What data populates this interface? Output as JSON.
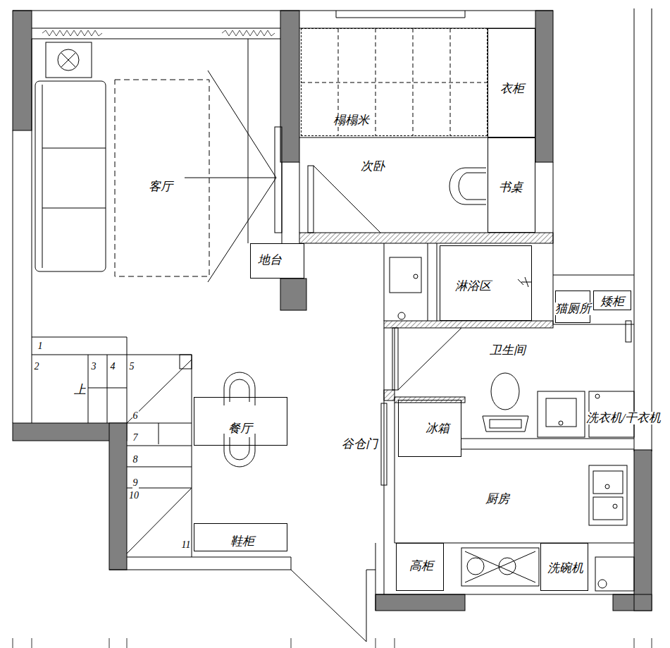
{
  "diagram": {
    "nodes": [
      {
        "text": [
          "榻榻米"
        ]
      },
      {
        "text": [
          "衣柜"
        ]
      },
      {
        "text": [
          "书桌"
        ]
      },
      {
        "text": [
          "地台"
        ]
      },
      {
        "text": [
          "淋浴区"
        ]
      },
      {
        "text": [
          "猫厕所"
        ]
      },
      {
        "text": [
          "矮柜"
        ]
      },
      {
        "text": [
          "餐厅"
        ]
      },
      {
        "text": [
          "冰箱"
        ]
      },
      {
        "text": [
          "鞋柜"
        ]
      },
      {
        "text": [
          "高柜"
        ]
      },
      {
        "text": [
          "洗碗机"
        ]
      }
    ],
    "labels": [
      "客厅",
      "次卧",
      "卫生间",
      "厨房",
      "谷仓门",
      "洗衣机/干衣机",
      "上",
      "1",
      "2",
      "3",
      "4",
      "5",
      "6",
      "7",
      "8",
      "9",
      "10",
      "11"
    ]
  }
}
